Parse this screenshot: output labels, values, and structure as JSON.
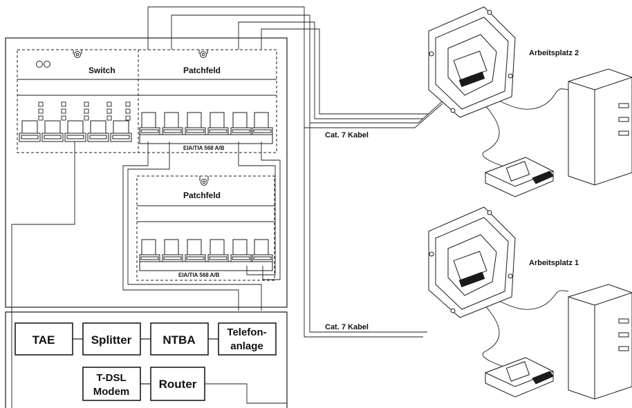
{
  "rack_top": {
    "switch_label": "Switch",
    "patch_label": "Patchfeld",
    "standard_label": "EIA/TIA 568 A/B"
  },
  "rack_bottom": {
    "patch_label": "Patchfeld",
    "standard_label": "EIA/TIA 568 A/B"
  },
  "devices": {
    "tae": "TAE",
    "splitter": "Splitter",
    "ntba": "NTBA",
    "telefonanlage_line1": "Telefon-",
    "telefonanlage_line2": "anlage",
    "tdsl_line1": "T-DSL",
    "tdsl_line2": "Modem",
    "router": "Router"
  },
  "workstations": {
    "ws2_label": "Arbeitsplatz 2",
    "ws1_label": "Arbeitsplatz 1",
    "cable_top": "Cat. 7 Kabel",
    "cable_bottom": "Cat. 7 Kabel"
  },
  "colors": {
    "stroke": "#1a1a1a",
    "background": "#ffffff"
  }
}
